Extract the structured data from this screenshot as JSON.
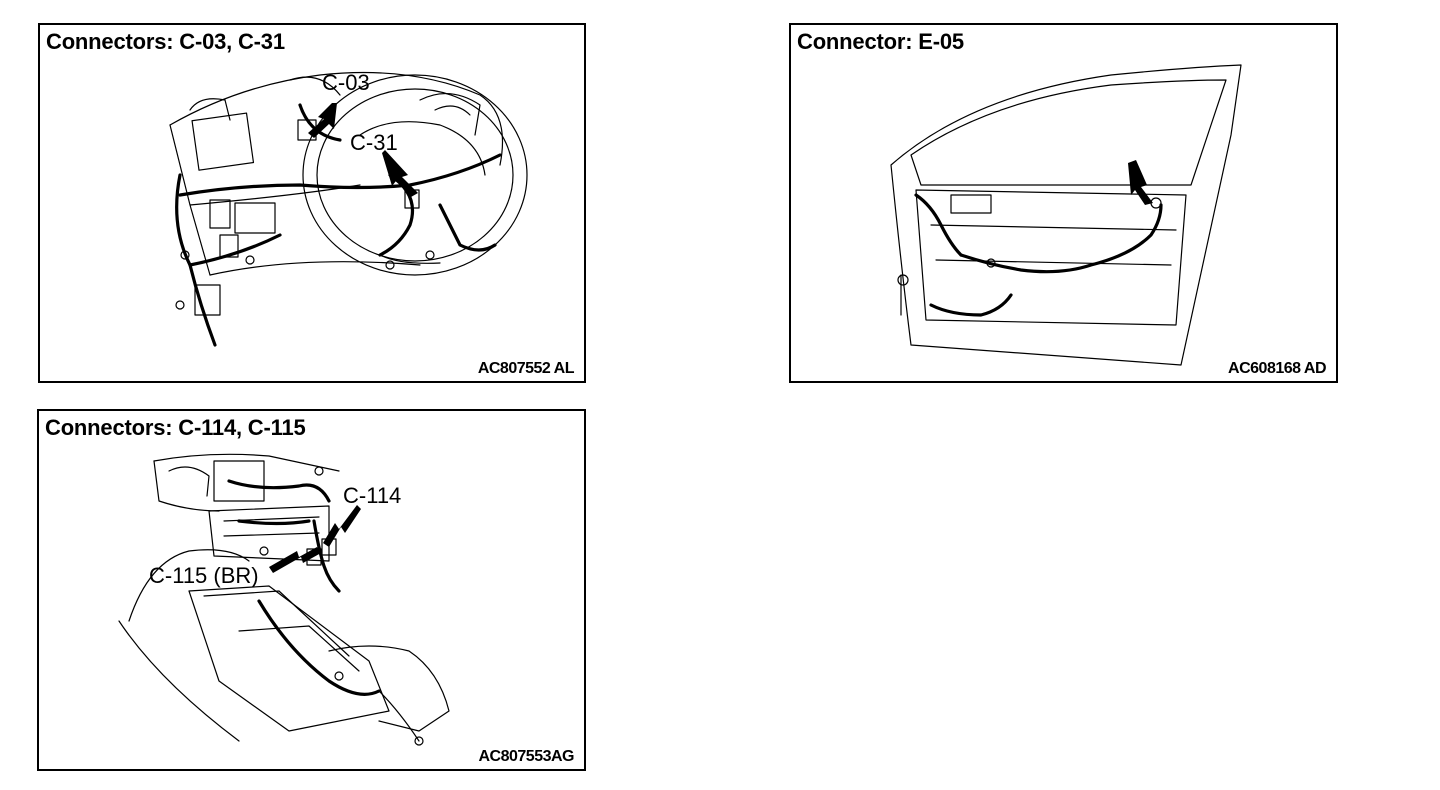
{
  "panels": {
    "p1": {
      "title": "Connectors: C-03, C-31",
      "code": "AC807552 AL",
      "callouts": [
        "C-03",
        "C-31"
      ]
    },
    "p2": {
      "title": "Connector: E-05",
      "code": "AC608168 AD"
    },
    "p3": {
      "title": "Connectors: C-114, C-115",
      "code": "AC807553AG",
      "callouts": [
        "C-114",
        "C-115 (BR)"
      ]
    }
  }
}
